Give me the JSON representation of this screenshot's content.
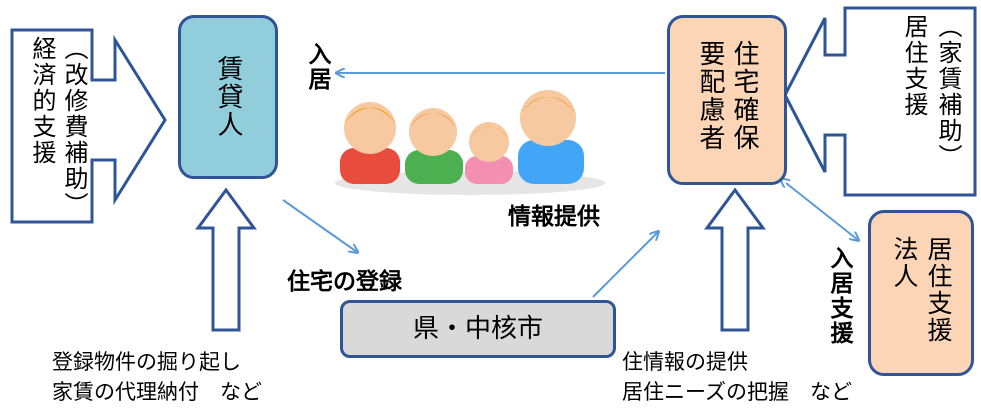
{
  "nodes": {
    "chintai": "賃貸人",
    "jutaku_kakuho": "住宅確保要配慮者",
    "pref_city": "県・中核市",
    "kyoju_shien_hojin": "居住支援法人"
  },
  "callouts": {
    "keizai": "（改修費補助）経済的支援",
    "kyoju": "（家賃補助）居住支援"
  },
  "labels": {
    "nyukyo": "入居",
    "joho_teikyo": "情報提供",
    "jutaku_toroku": "住宅の登録",
    "nyukyo_shien": "入居支援"
  },
  "notes": {
    "left_1": "登録物件の掘り起し",
    "left_2": "家賃の代理納付　など",
    "right_1": "住情報の提供",
    "right_2": "居住ニーズの把握　など"
  },
  "colors": {
    "blue_box": "#92cddc",
    "orange_box": "#fbd5b5",
    "gray_box": "#d9d9d9",
    "outline": "#2f5597",
    "arrow": "#5b9bd5"
  }
}
